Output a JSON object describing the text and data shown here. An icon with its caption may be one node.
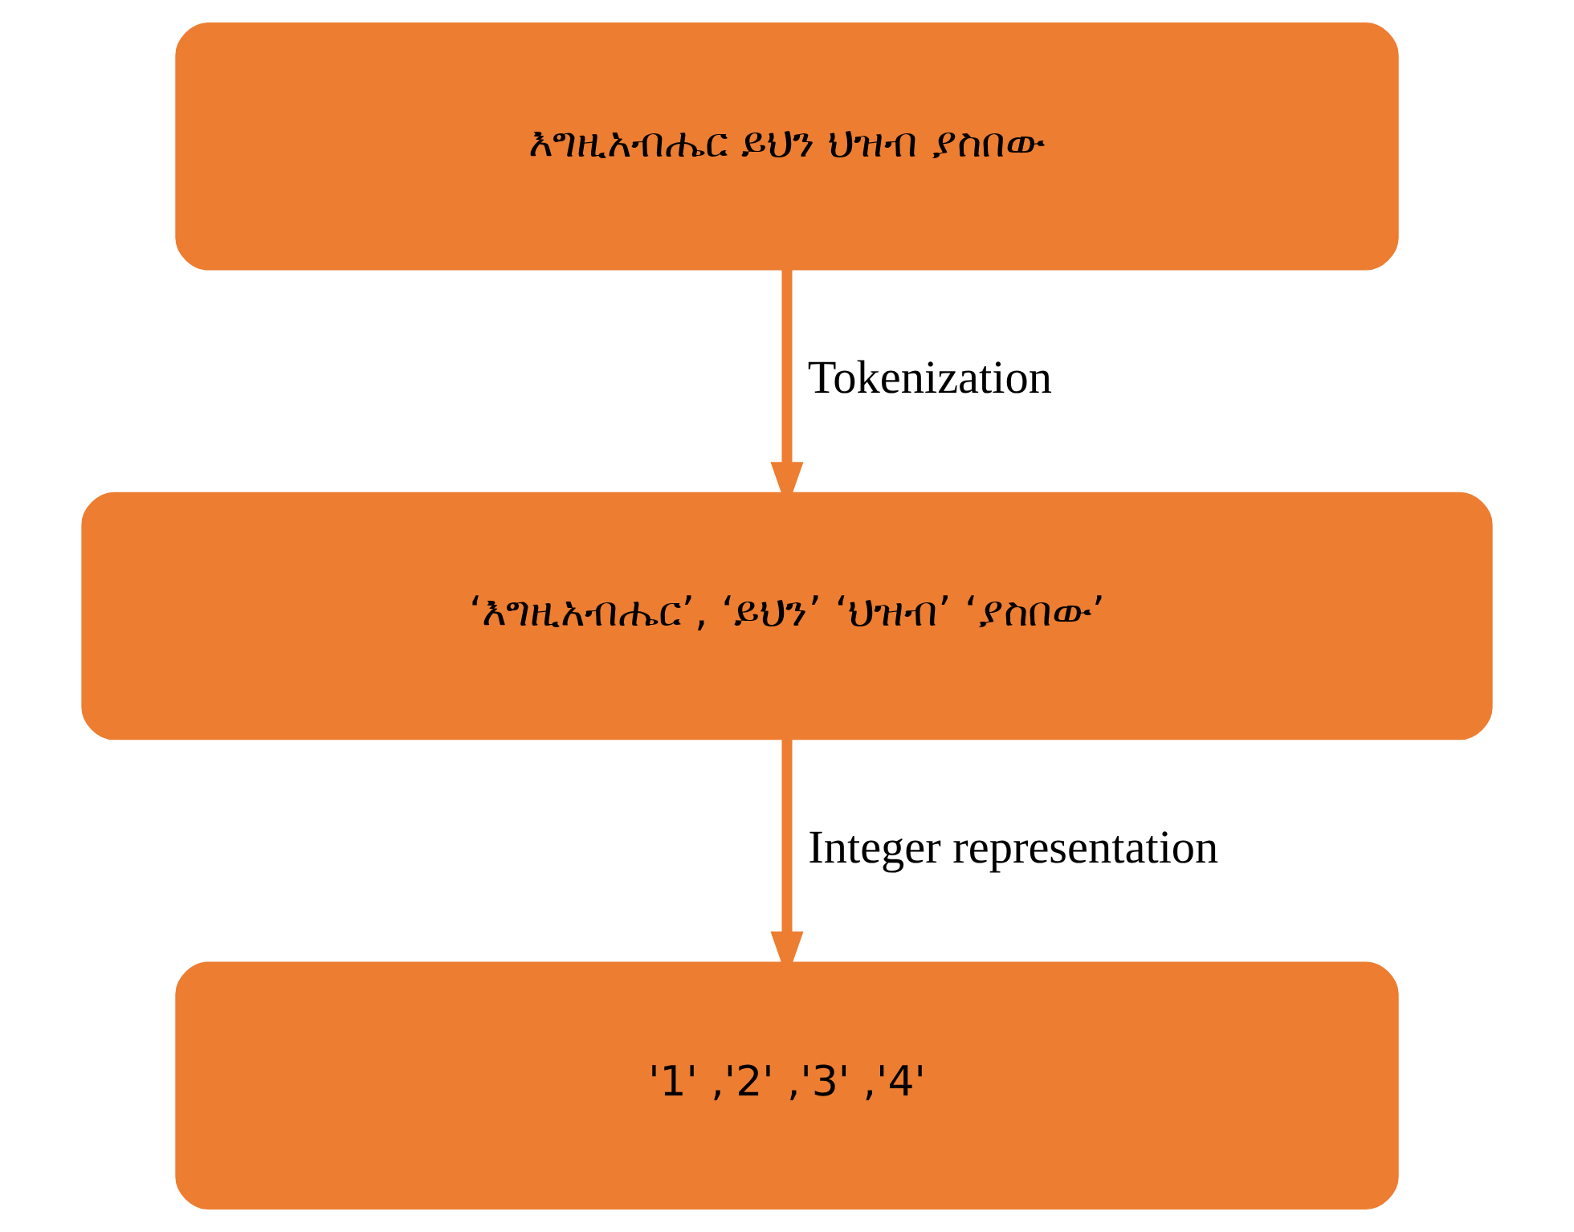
{
  "diagram": {
    "nodes": [
      {
        "text": [
          "እግዚአብሔር ይህን ህዝብ ያስበው"
        ]
      },
      {
        "text": [
          "‘እግዚአብሔር’, ‘ይህን’ ‘ህዝብ’ ‘ያስበው’"
        ]
      },
      {
        "text": [
          "'1' ,'2' ,'3' ,'4'"
        ]
      }
    ],
    "edges": [
      {
        "from": 0,
        "to": 1,
        "arrow": "to",
        "label": "Tokenization"
      },
      {
        "from": 1,
        "to": 2,
        "arrow": "to",
        "label": "Integer representation"
      }
    ]
  }
}
